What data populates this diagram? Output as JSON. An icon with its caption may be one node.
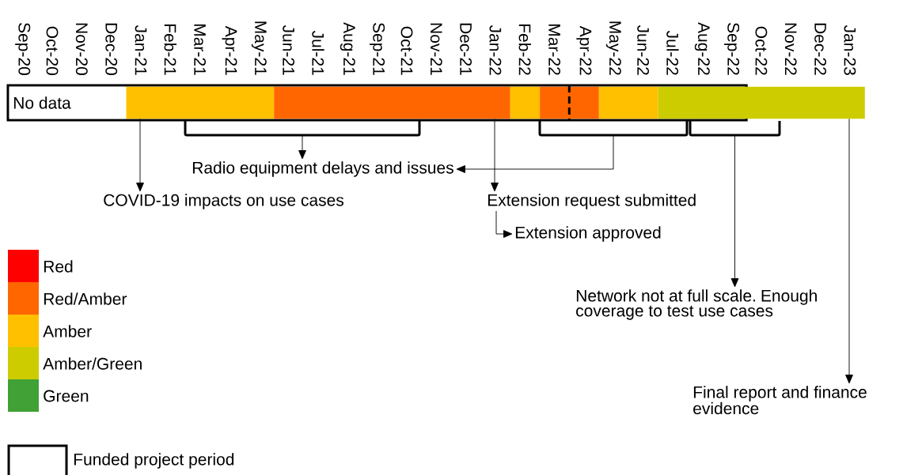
{
  "diagram": {
    "nodes": [
      {
        "text": [
          "No data"
        ]
      },
      {
        "text": [],
        "shape": "bar"
      },
      {
        "text": [],
        "shape": "bar"
      },
      {
        "text": [],
        "shape": "bar"
      },
      {
        "text": [],
        "shape": "bar"
      },
      {
        "text": [],
        "shape": "bar"
      },
      {
        "text": [],
        "shape": "bar"
      },
      {
        "text": [],
        "shape": "bracket"
      },
      {
        "text": [],
        "shape": "bracket"
      },
      {
        "text": [],
        "shape": "bracket"
      },
      {
        "text": [
          "COVID-19 impacts on use cases"
        ]
      },
      {
        "text": [
          "Radio equipment delays and issues"
        ]
      },
      {
        "text": [
          "Extension request submitted"
        ]
      },
      {
        "text": [
          "Extension approved"
        ]
      },
      {
        "text": [
          "Network not at full scale. Enough coverage to test use cases"
        ]
      },
      {
        "text": [
          "Final report and finance evidence"
        ]
      }
    ],
    "edges": [
      {
        "from": 1,
        "to": 10,
        "arrow": "to"
      },
      {
        "from": 7,
        "to": 11,
        "arrow": "to"
      },
      {
        "from": 8,
        "to": 11,
        "arrow": "to"
      },
      {
        "from": 2,
        "to": 12,
        "arrow": "to"
      },
      {
        "from": 12,
        "to": 13,
        "arrow": "to"
      },
      {
        "from": 9,
        "to": 14,
        "arrow": "to"
      },
      {
        "from": 6,
        "to": 15,
        "arrow": "to"
      }
    ],
    "labels": [
      "Sep-20",
      "Oct-20",
      "Nov-20",
      "Dec-20",
      "Jan-21",
      "Feb-21",
      "Mar-21",
      "Apr-21",
      "May-21",
      "Jun-21",
      "Jul-21",
      "Aug-21",
      "Sep-21",
      "Oct-21",
      "Nov-21",
      "Dec-21",
      "Jan-22",
      "Feb-22",
      "Mar-22",
      "Apr-22",
      "May-22",
      "Jun-22",
      "Jul-22",
      "Aug-22",
      "Sep-22",
      "Oct-22",
      "Nov-22",
      "Dec-22",
      "Jan-23"
    ],
    "legend": [
      {
        "text": "Red",
        "color": "#ff0000"
      },
      {
        "text": "Red/Amber",
        "color": "#ff6600"
      },
      {
        "text": "Amber",
        "color": "#ffc000"
      },
      {
        "text": "Amber/Green",
        "color": "#cccc00"
      },
      {
        "text": "Green",
        "color": "#41a036"
      },
      {
        "text": "Funded project period"
      }
    ]
  }
}
